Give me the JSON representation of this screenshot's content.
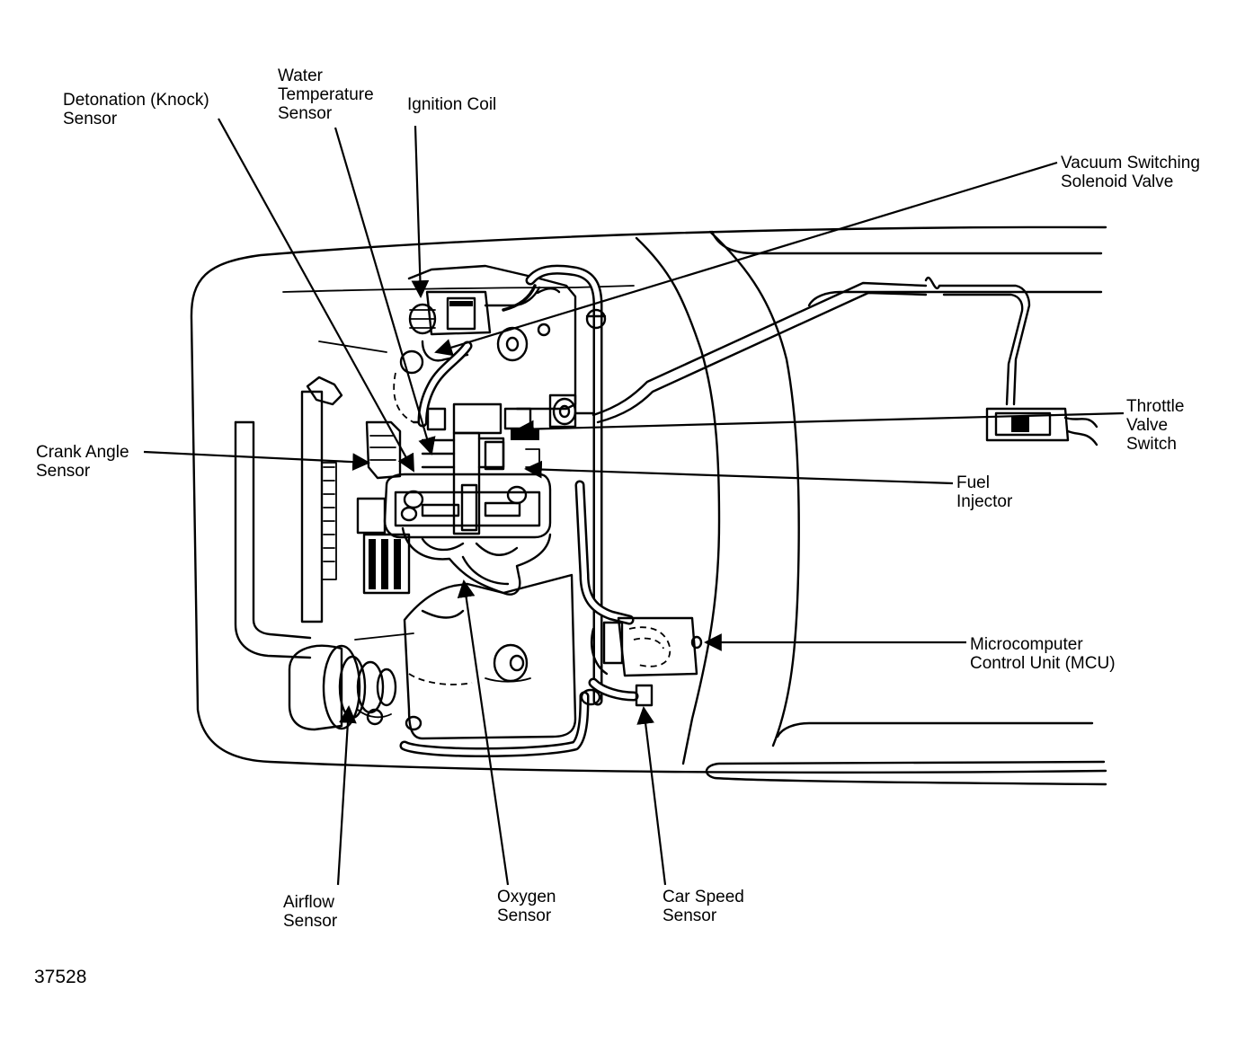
{
  "labels": {
    "detonation_knock_sensor": "Detonation (Knock)\nSensor",
    "water_temperature_sensor": "Water\nTemperature\nSensor",
    "ignition_coil": "Ignition Coil",
    "vacuum_switching_solenoid_valve": "Vacuum Switching\nSolenoid Valve",
    "throttle_valve_switch": "Throttle\nValve\nSwitch",
    "crank_angle_sensor": "Crank Angle\nSensor",
    "fuel_injector": "Fuel\nInjector",
    "microcomputer_control_unit": "Microcomputer\nControl Unit (MCU)",
    "airflow_sensor": "Airflow\nSensor",
    "oxygen_sensor": "Oxygen\nSensor",
    "car_speed_sensor": "Car Speed\nSensor"
  },
  "figure_number": "37528"
}
